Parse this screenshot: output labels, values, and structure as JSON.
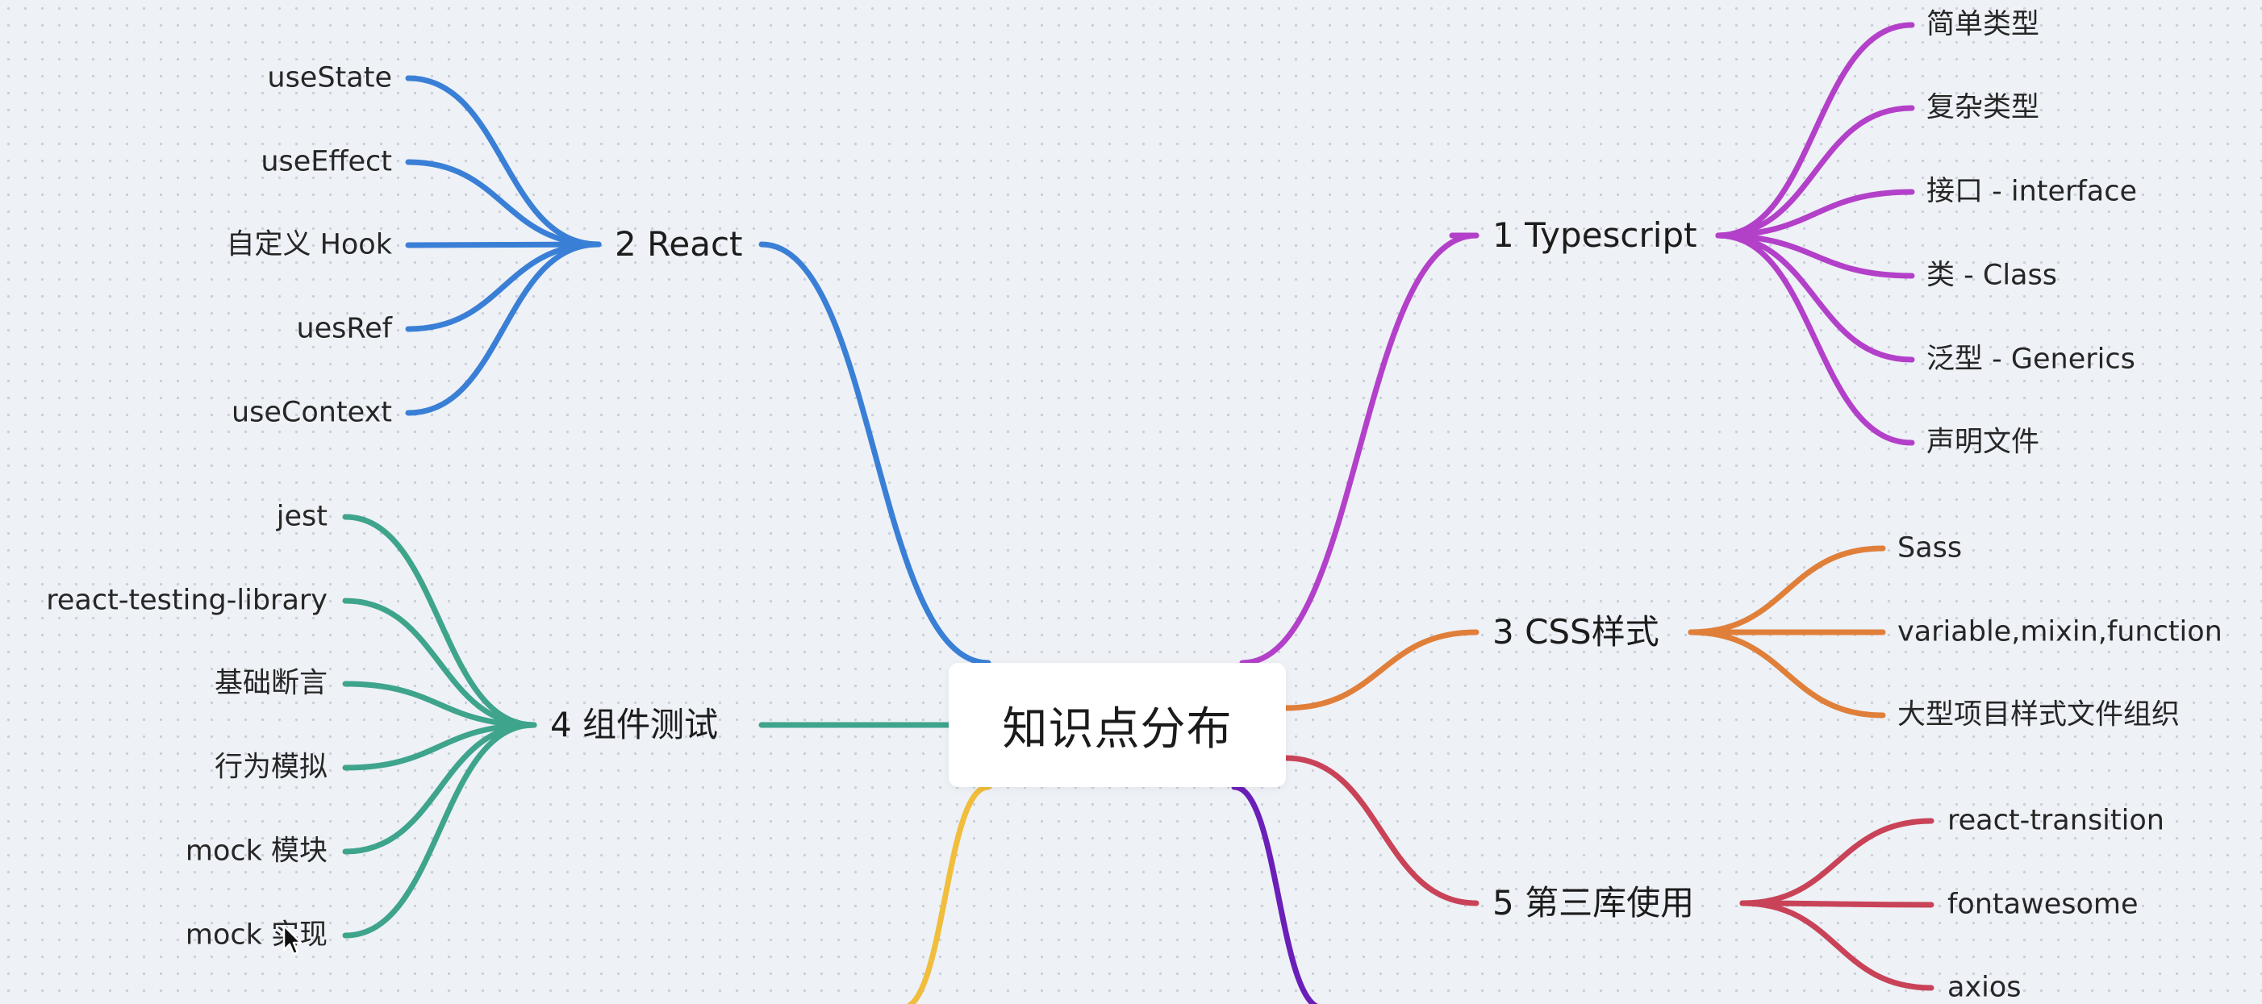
{
  "center": {
    "label": "知识点分布"
  },
  "branches": [
    {
      "id": "typescript",
      "label": "1 Typescript",
      "color": "#b340c9",
      "children": [
        "简单类型",
        "复杂类型",
        "接口 - interface",
        "类 - Class",
        "泛型 - Generics",
        "声明文件"
      ]
    },
    {
      "id": "react",
      "label": "2 React",
      "color": "#3a7fd6",
      "children": [
        "useState",
        "useEffect",
        "自定义 Hook",
        "uesRef",
        "useContext"
      ]
    },
    {
      "id": "css",
      "label": "3 CSS样式",
      "color": "#e07f3a",
      "children": [
        "Sass",
        "variable,mixin,function",
        "大型项目样式文件组织"
      ]
    },
    {
      "id": "testing",
      "label": "4 组件测试",
      "color": "#3ea48c",
      "children": [
        "jest",
        "react-testing-library",
        "基础断言",
        "行为模拟",
        "mock 模块",
        "mock 实现"
      ]
    },
    {
      "id": "thirdparty",
      "label": "5 第三库使用",
      "color": "#c94358",
      "children": [
        "react-transition",
        "fontawesome",
        "axios"
      ]
    }
  ],
  "offscreen_branch_colors": [
    "#f0be3c",
    "#6a1fb8"
  ],
  "cursor": {
    "icon": "mouse-pointer-icon"
  }
}
